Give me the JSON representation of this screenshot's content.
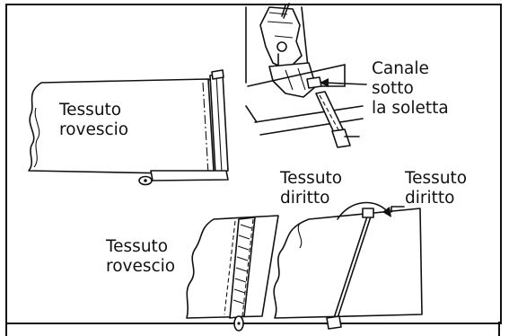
{
  "labels": {
    "fabric_back_top": "Tessuto\nrovescio",
    "foot_channel": "Canale\nsotto\nla soletta",
    "fabric_front_left": "Tessuto\ndiritto",
    "fabric_front_right": "Tessuto\ndiritto",
    "fabric_back_bottom": "Tessuto\nrovescio"
  }
}
